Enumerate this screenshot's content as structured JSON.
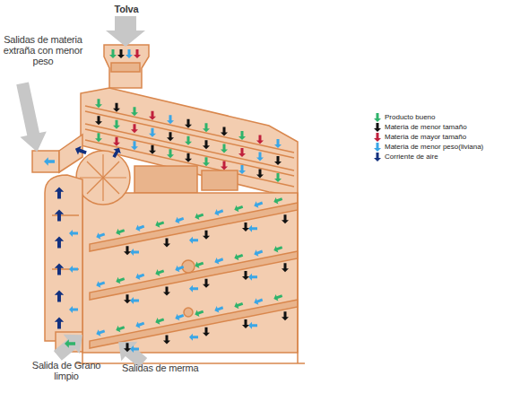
{
  "diagram": {
    "labels": [
      "Tolva",
      "Salidas de materia extraña con menor peso",
      "Salida de Grano limpio",
      "Salidas de merma"
    ],
    "legend": [
      {
        "text": "Producto bueno",
        "color": "#2fb36b"
      },
      {
        "text": "Materia de menor tamaño",
        "color": "#111111"
      },
      {
        "text": "Materia de mayor tamaño",
        "color": "#c0203c"
      },
      {
        "text": "Materia de menor peso(liviana)",
        "color": "#3aa6e6"
      },
      {
        "text": "Corriente de aire",
        "color": "#12307e"
      }
    ]
  }
}
